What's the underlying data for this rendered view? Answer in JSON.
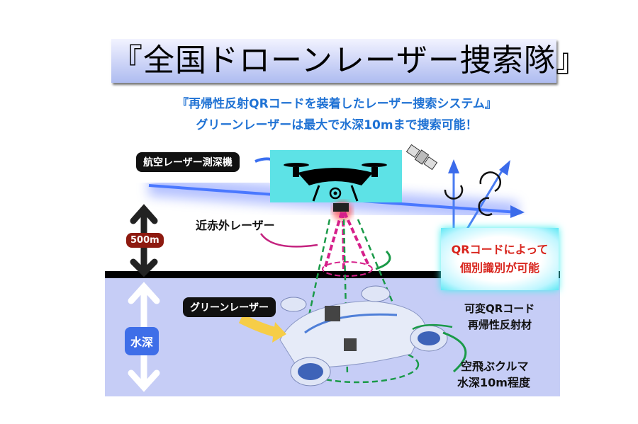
{
  "title": "『全国ドローンレーザー捜索隊』",
  "subtitle1": "『再帰性反射QRコードを装着したレーザー捜索システム』",
  "subtitle2": "グリーンレーザーは最大で水深10mまで捜索可能！",
  "labels": {
    "aerial_lidar": "航空レーザー測深機",
    "near_infrared": "近赤外レーザー",
    "altitude": "500m",
    "green_laser": "グリーンレーザー",
    "depth": "水深",
    "qr_line1": "QRコードによって",
    "qr_line2": "個別識別が可能",
    "variable_qr": "可変QRコード",
    "retroreflective": "再帰性反射材",
    "flying_car": "空飛ぶクルマ",
    "depth_10m": "水深10m程度"
  },
  "colors": {
    "subtitle": "#1f72d4",
    "water": "#c6cdf6",
    "drone_box": "#5de2e6",
    "qr_text": "#d8241c",
    "green_beam": "#1a9a48",
    "ir_beam": "#d61f8a"
  }
}
